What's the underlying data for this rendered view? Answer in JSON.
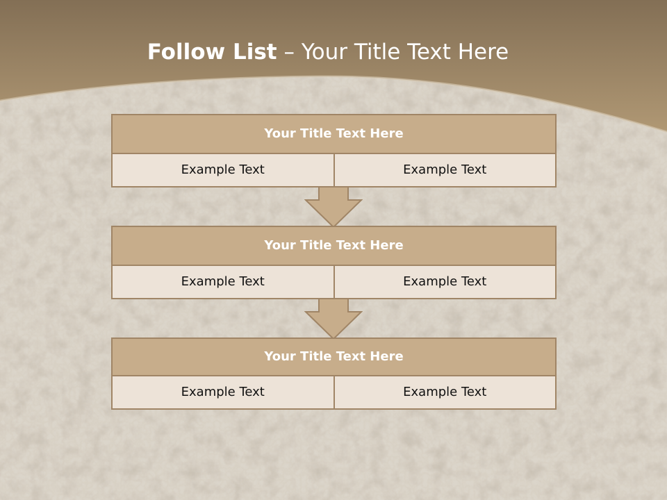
{
  "slide": {
    "title_bold": "Follow List",
    "title_rest": " – Your Title Text Here"
  },
  "steps": [
    {
      "title": "Your Title Text Here",
      "left": "Example Text",
      "right": "Example Text"
    },
    {
      "title": "Your Title Text Here",
      "left": "Example Text",
      "right": "Example Text"
    },
    {
      "title": "Your Title Text Here",
      "left": "Example Text",
      "right": "Example Text"
    }
  ],
  "colors": {
    "header_fill": "#c7ad8b",
    "cell_fill": "#ede3d8",
    "border": "#a08566",
    "band_top": "#836f55",
    "band_bottom": "#b09874"
  }
}
